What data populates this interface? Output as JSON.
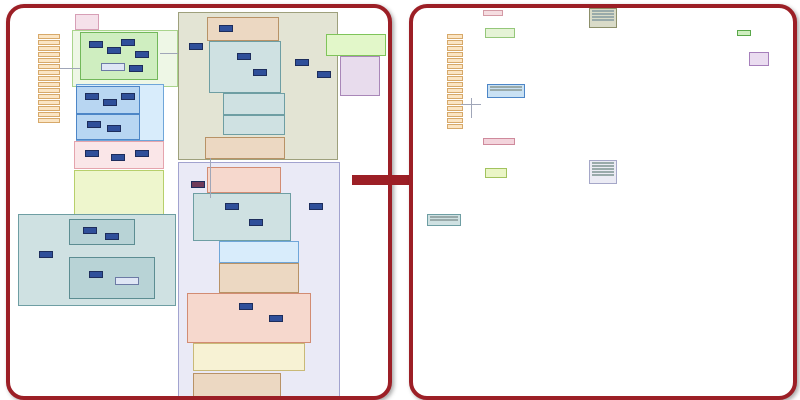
{
  "left_panel": {
    "groups": [
      {
        "id": "g-lightgreen-top",
        "color": "#eef7e6",
        "border": "#a9d48c"
      },
      {
        "id": "g-green",
        "color": "#cfeec0",
        "border": "#72b85a"
      },
      {
        "id": "g-blue",
        "color": "#b8d6f2",
        "border": "#4d86c7"
      },
      {
        "id": "g-lightblue",
        "color": "#d8ecfb",
        "border": "#6fa6d9"
      },
      {
        "id": "g-pink",
        "color": "#fae6e8",
        "border": "#e5a4ad"
      },
      {
        "id": "g-yellowgreen",
        "color": "#eef6cd",
        "border": "#b7cf6b"
      },
      {
        "id": "g-olive",
        "color": "#e3e4d4",
        "border": "#9ea07c"
      },
      {
        "id": "g-tan",
        "color": "#ecd8c2",
        "border": "#b89266"
      },
      {
        "id": "g-teal",
        "color": "#cfe1e2",
        "border": "#6e9ea3"
      },
      {
        "id": "g-lilac",
        "color": "#eaeaf6",
        "border": "#a2a3cf"
      },
      {
        "id": "g-salmon",
        "color": "#f6d8cd",
        "border": "#d28c73"
      },
      {
        "id": "g-cream",
        "color": "#f7f2d4",
        "border": "#c9b977"
      },
      {
        "id": "g-lime",
        "color": "#e2f7c9",
        "border": "#7fc45a"
      },
      {
        "id": "g-purple",
        "color": "#e8dced",
        "border": "#a987b8"
      }
    ]
  },
  "right_panel": {
    "groups": [
      {
        "id": "r-pink-top",
        "color": "#f5dde1",
        "border": "#d49aa5"
      },
      {
        "id": "r-olive-top",
        "color": "#d9dbc8",
        "border": "#8c8f6a"
      },
      {
        "id": "r-lightgreen",
        "color": "#e5f3d6",
        "border": "#95c77a"
      },
      {
        "id": "r-green",
        "color": "#cfeec0",
        "border": "#5aa84a"
      },
      {
        "id": "r-purple",
        "color": "#eadcf0",
        "border": "#a67fbb"
      },
      {
        "id": "r-blue",
        "color": "#c9e1f3",
        "border": "#4d86c7"
      },
      {
        "id": "r-pink",
        "color": "#f3d4dc",
        "border": "#cf8a9c"
      },
      {
        "id": "r-yellow",
        "color": "#eaf5c6",
        "border": "#a2c35e"
      },
      {
        "id": "r-lilac",
        "color": "#ebebf4",
        "border": "#a5a7c8"
      },
      {
        "id": "r-teal",
        "color": "#cfe1e2",
        "border": "#6e9ea3"
      }
    ]
  },
  "arrow": {
    "color": "#9c1f26"
  },
  "frame": {
    "border_color": "#9c1f26"
  }
}
